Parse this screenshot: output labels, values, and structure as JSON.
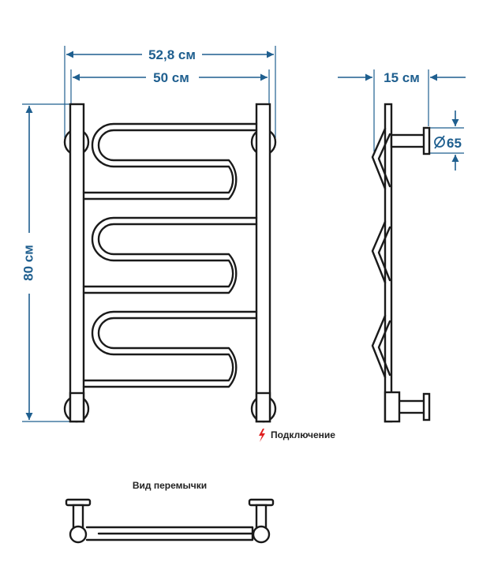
{
  "dimensions": {
    "overall_width": "52,8 см",
    "axis_width": "50 см",
    "height": "80 см",
    "depth": "15 см",
    "flange": "65"
  },
  "labels": {
    "connection": "Подключение",
    "jumper_view": "Вид перемычки"
  },
  "colors": {
    "dimension": "#1f5f8f",
    "outline": "#1a1a1a",
    "connection_mark": "#e02020"
  },
  "icons": {
    "connection_mark": "lightning-icon",
    "diameter_symbol": "diameter-icon"
  }
}
